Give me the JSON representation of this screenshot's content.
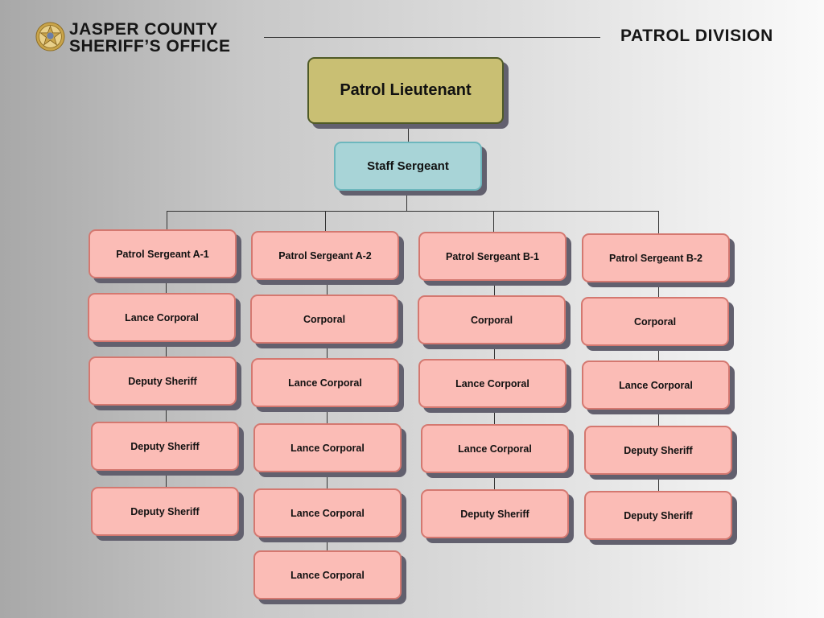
{
  "header": {
    "org_line1": "JASPER COUNTY",
    "org_line2": "SHERIFF’S OFFICE",
    "division": "PATROL DIVISION",
    "badge_icon": "sheriff-star-badge-icon"
  },
  "colors": {
    "lieutenant_fill": "#c9bf73",
    "staff_sergeant_fill": "#a8d4d7",
    "member_fill": "#fbbcb6"
  },
  "chart": {
    "lieutenant": "Patrol Lieutenant",
    "staff_sergeant": "Staff Sergeant",
    "squads": [
      {
        "sergeant": "Patrol Sergeant A-1",
        "members": [
          "Lance Corporal",
          "Deputy Sheriff",
          "Deputy Sheriff",
          "Deputy Sheriff"
        ]
      },
      {
        "sergeant": "Patrol Sergeant A-2",
        "members": [
          "Corporal",
          "Lance Corporal",
          "Lance Corporal",
          "Lance Corporal",
          "Lance Corporal"
        ]
      },
      {
        "sergeant": "Patrol Sergeant B-1",
        "members": [
          "Corporal",
          "Lance Corporal",
          "Lance Corporal",
          "Deputy Sheriff"
        ]
      },
      {
        "sergeant": "Patrol Sergeant B-2",
        "members": [
          "Corporal",
          "Lance Corporal",
          "Deputy Sheriff",
          "Deputy Sheriff"
        ]
      }
    ]
  }
}
